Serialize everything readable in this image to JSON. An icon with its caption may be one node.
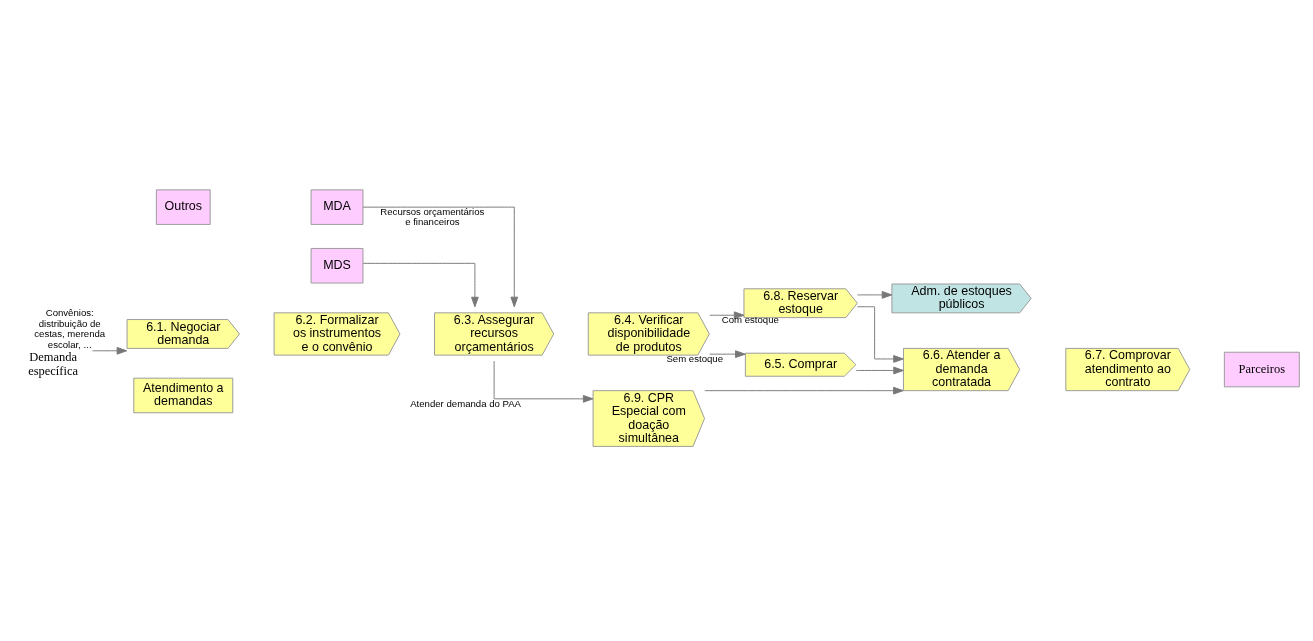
{
  "diagram": {
    "nodes": [
      {
        "text": [
          "6.1. Negociar demanda"
        ]
      },
      {
        "text": [
          "6.2. Formalizar os instrumentos e o convênio"
        ]
      },
      {
        "text": [
          "6.3. Assegurar recursos orçamentários"
        ]
      },
      {
        "text": [
          "6.4. Verificar disponibilidade de produtos"
        ]
      },
      {
        "text": [
          "6.8. Reservar estoque"
        ]
      },
      {
        "text": [
          "Adm. de estoques públicos"
        ]
      },
      {
        "text": [
          "6.5. Comprar"
        ]
      },
      {
        "text": [
          "6.9. CPR Especial com doação simultânea"
        ]
      },
      {
        "text": [
          "6.6. Atender a demanda contratada"
        ]
      },
      {
        "text": [
          "6.7. Comprovar atendimento ao contrato"
        ]
      },
      {
        "text": [
          "Outros"
        ]
      },
      {
        "text": [
          "MDA"
        ]
      },
      {
        "text": [
          "MDS"
        ]
      },
      {
        "text": [
          "Demanda específica"
        ]
      },
      {
        "text": [
          "Atendimento a demandas"
        ]
      },
      {
        "text": [
          "Parceiros"
        ]
      }
    ],
    "edges": [
      {
        "from": 13,
        "to": 0,
        "arrow": "to",
        "label": "Convênios: distribuição de cestas, merenda escolar, ..."
      },
      {
        "from": 11,
        "to": 2,
        "arrow": "to",
        "label": "Recursos orçamentários e financeiros"
      },
      {
        "from": 12,
        "to": 2,
        "arrow": "to"
      },
      {
        "from": 3,
        "to": 4,
        "arrow": "to",
        "label": "Com estoque"
      },
      {
        "from": 4,
        "to": 5,
        "arrow": "to"
      },
      {
        "from": 4,
        "to": 8,
        "arrow": "to"
      },
      {
        "from": 3,
        "to": 6,
        "arrow": "to",
        "label": "Sem estoque"
      },
      {
        "from": 6,
        "to": 8,
        "arrow": "to"
      },
      {
        "from": 2,
        "to": 7,
        "arrow": "to",
        "label": "Atender demanda do PAA"
      },
      {
        "from": 7,
        "to": 8,
        "arrow": "to"
      }
    ]
  }
}
